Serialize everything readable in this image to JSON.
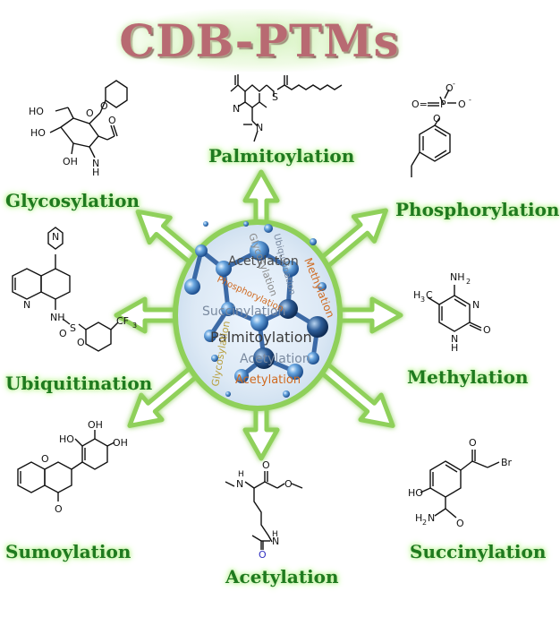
{
  "title": "CDB-PTMs",
  "modifications": {
    "palmitoylation": "Palmitoylation",
    "phosphorylation": "Phosphorylation",
    "methylation": "Methylation",
    "succinylation": "Succinylation",
    "acetylation": "Acetylation",
    "sumoylation": "Sumoylation",
    "ubiquitination": "Ubiquitination",
    "glycosylation": "Glycosylation"
  },
  "center_words": [
    "Acetylation",
    "Methylation",
    "Palmitoylation",
    "Succinylation",
    "Acetylation",
    "Acetylation",
    "Glycosylation",
    "Phosphorylation",
    "Ubiquitination",
    "Glycosylation"
  ],
  "chem_labels": {
    "pal_n1": "N",
    "pal_n2": "N",
    "pal_s": "S",
    "pho_o_left": "O=",
    "pho_p": "P",
    "pho_o_top": "O",
    "pho_o_right": "O",
    "pho_o_bottom": "O",
    "glc_oh1": "HO",
    "glc_oh2": "HO",
    "glc_oh3": "OH",
    "glc_o_ring": "O",
    "glc_o_link": "O",
    "glc_nh": "N",
    "glc_h": "H",
    "glc_o_amide": "O",
    "met_nh2": "NH",
    "met_sub2": "2",
    "met_h3c": "H",
    "met_sub3": "3",
    "met_c": "C",
    "met_n1": "N",
    "met_n2": "N",
    "met_h": "H",
    "met_o": "O",
    "ubq_n1": "N",
    "ubq_n2": "N",
    "ubq_nh": "NH",
    "ubq_s": "S",
    "ubq_o1": "O",
    "ubq_o2": "O",
    "ubq_cf3": "CF",
    "ubq_sub3": "3",
    "sum_ho1": "HO",
    "sum_oh": "OH",
    "sum_oh2": "OH",
    "sum_o": "O",
    "sum_o2": "O",
    "suc_o": "O",
    "suc_br": "Br",
    "suc_ho": "HO",
    "suc_h2n": "H",
    "suc_sub2": "2",
    "suc_n": "N",
    "suc_o2": "O",
    "ace_h": "H",
    "ace_n": "N",
    "ace_o1": "O",
    "ace_o2": "O",
    "ace_n2": "N",
    "ace_h2": "H",
    "ace_o3": "O"
  }
}
